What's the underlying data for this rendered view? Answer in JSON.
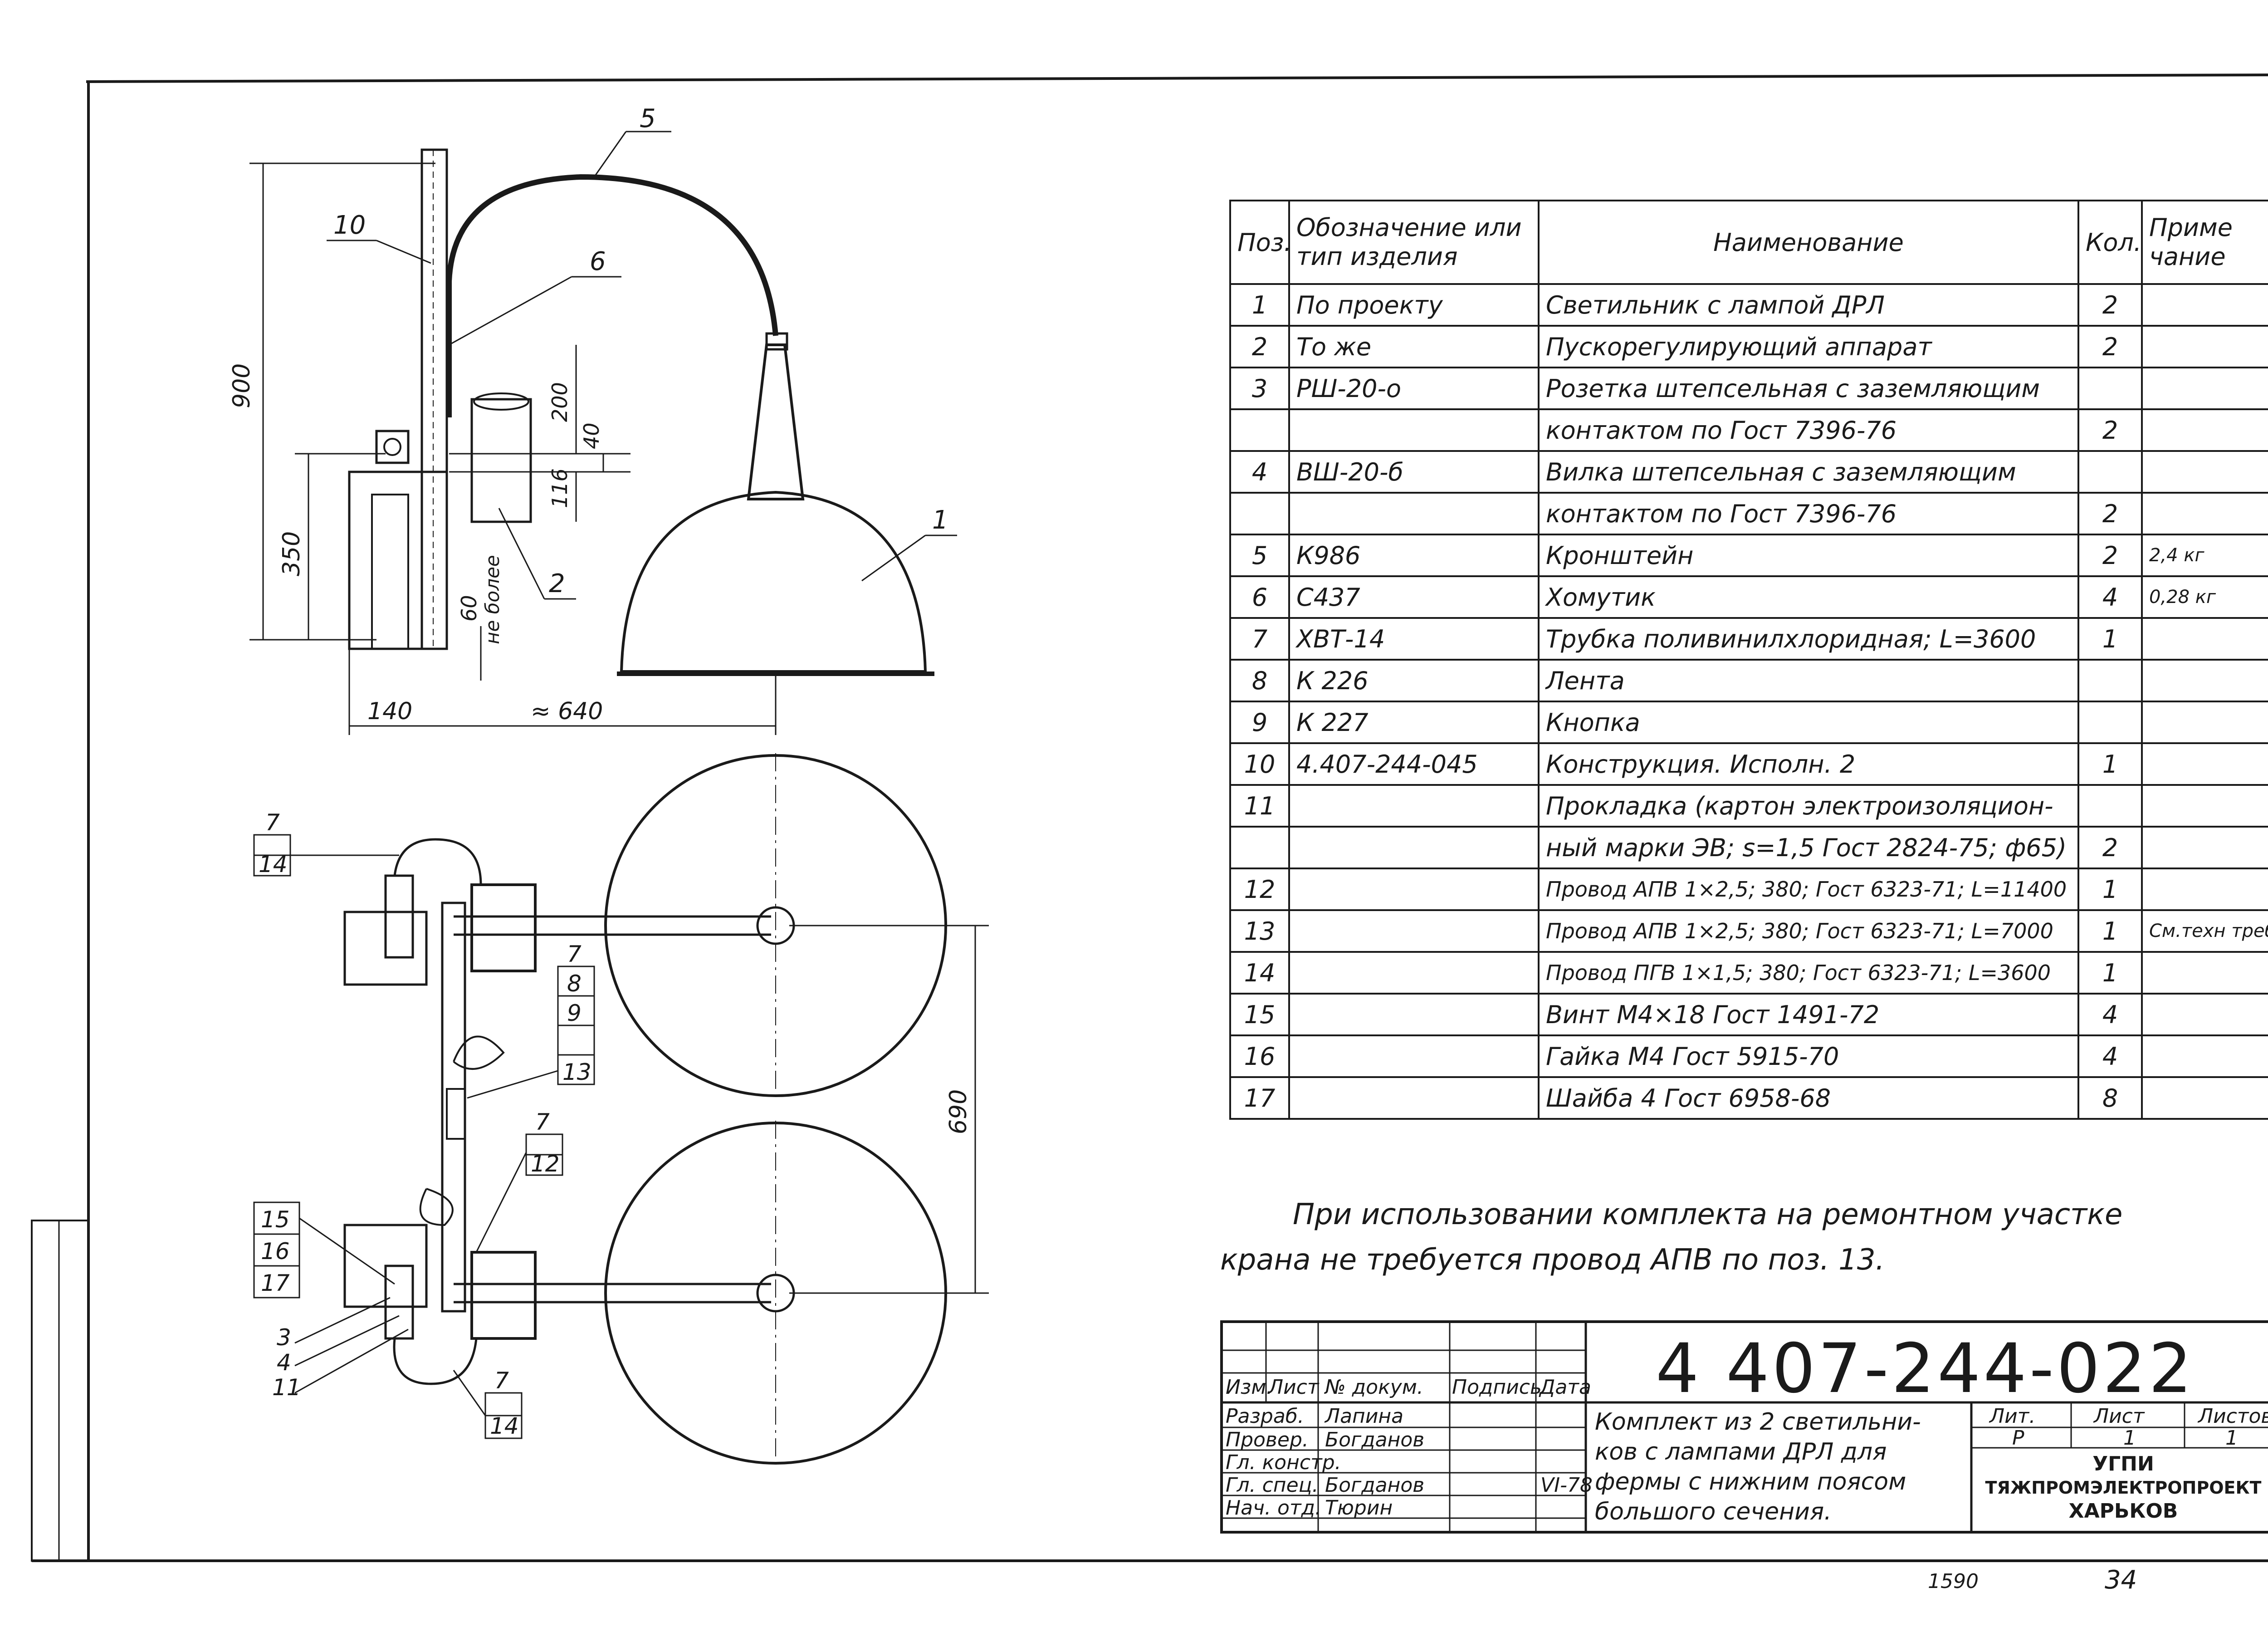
{
  "callouts": {
    "c5": "5",
    "c10": "10",
    "c6": "6",
    "c2": "2",
    "c1": "1",
    "c7a": "7",
    "c14a": "14",
    "c7b": "7",
    "c8": "8",
    "c9": "9",
    "c13": "13",
    "c7c": "7",
    "c12": "12",
    "c15": "15",
    "c16": "16",
    "c17": "17",
    "c3": "3",
    "c4": "4",
    "c11": "11",
    "c7d": "7",
    "c14b": "14"
  },
  "dimensions": {
    "d900": "900",
    "d200": "200",
    "d40": "40",
    "d116": "116",
    "d350": "350",
    "d60": "60",
    "no_more": "не более",
    "d140": "140",
    "d640": "≈ 640",
    "d690": "690"
  },
  "spec_table": {
    "headers": {
      "pos": "Поз.",
      "designation": "Обозначение или тип изделия",
      "name": "Наименование",
      "qty": "Кол.",
      "note": "Приме чание"
    },
    "rows": [
      {
        "pos": "1",
        "designation": "По проекту",
        "name": "Светильник с лампой ДРЛ",
        "qty": "2",
        "note": ""
      },
      {
        "pos": "2",
        "designation": "То же",
        "name": "Пускорегулирующий аппарат",
        "qty": "2",
        "note": ""
      },
      {
        "pos": "3",
        "designation": "РШ-20-о",
        "name": "Розетка штепсельная с заземляющим",
        "qty": "",
        "note": ""
      },
      {
        "pos": "",
        "designation": "",
        "name": "контактом по Гост 7396-76",
        "qty": "2",
        "note": ""
      },
      {
        "pos": "4",
        "designation": "ВШ-20-б",
        "name": "Вилка штепсельная с заземляющим",
        "qty": "",
        "note": ""
      },
      {
        "pos": "",
        "designation": "",
        "name": "контактом по Гост 7396-76",
        "qty": "2",
        "note": ""
      },
      {
        "pos": "5",
        "designation": "К986",
        "name": "Кронштейн",
        "qty": "2",
        "note": "2,4 кг"
      },
      {
        "pos": "6",
        "designation": "С437",
        "name": "Хомутик",
        "qty": "4",
        "note": "0,28 кг"
      },
      {
        "pos": "7",
        "designation": "ХВТ-14",
        "name": "Трубка поливинилхлоридная; L=3600",
        "qty": "1",
        "note": ""
      },
      {
        "pos": "8",
        "designation": "К 226",
        "name": "Лента",
        "qty": "",
        "note": ""
      },
      {
        "pos": "9",
        "designation": "К 227",
        "name": "Кнопка",
        "qty": "",
        "note": ""
      },
      {
        "pos": "10",
        "designation": "4.407-244-045",
        "name": "Конструкция. Исполн. 2",
        "qty": "1",
        "note": ""
      },
      {
        "pos": "11",
        "designation": "",
        "name": "Прокладка (картон электроизоляцион-",
        "qty": "",
        "note": ""
      },
      {
        "pos": "",
        "designation": "",
        "name": "ный марки ЭВ; s=1,5 Гост 2824-75; ф65)",
        "qty": "2",
        "note": ""
      },
      {
        "pos": "12",
        "designation": "",
        "name": "Провод АПВ 1×2,5; 380; Гост 6323-71; L=11400",
        "qty": "1",
        "note": ""
      },
      {
        "pos": "13",
        "designation": "",
        "name": "Провод АПВ 1×2,5; 380; Гост 6323-71; L=7000",
        "qty": "1",
        "note": "См.техн требова."
      },
      {
        "pos": "14",
        "designation": "",
        "name": "Провод ПГВ 1×1,5; 380; Гост 6323-71; L=3600",
        "qty": "1",
        "note": ""
      },
      {
        "pos": "15",
        "designation": "",
        "name": "Винт М4×18 Гост 1491-72",
        "qty": "4",
        "note": ""
      },
      {
        "pos": "16",
        "designation": "",
        "name": "Гайка М4 Гост 5915-70",
        "qty": "4",
        "note": ""
      },
      {
        "pos": "17",
        "designation": "",
        "name": "Шайба 4 Гост 6958-68",
        "qty": "8",
        "note": ""
      }
    ]
  },
  "note_text": {
    "line1": "При использовании комплекта на ремонтном участке",
    "line2": "крана не требуется провод АПВ по поз. 13."
  },
  "title_block": {
    "code": "4 407-244-022",
    "header_cells": [
      "Изм.",
      "Лист",
      "№ докум.",
      "Подпись",
      "Дата"
    ],
    "roles": [
      {
        "role": "Разраб.",
        "name": "Лапина",
        "date": ""
      },
      {
        "role": "Провер.",
        "name": "Богданов",
        "date": ""
      },
      {
        "role": "Гл. констр.",
        "name": "",
        "date": ""
      },
      {
        "role": "Гл. спец.",
        "name": "Богданов",
        "date": "VI-78"
      },
      {
        "role": "Нач. отд.",
        "name": "Тюрин",
        "date": ""
      }
    ],
    "title_lines": [
      "Комплект из 2 светильни-",
      "ков с лампами ДРЛ для",
      "фермы с нижним поясом",
      "большого сечения."
    ],
    "lit_label": "Лит.",
    "lit_value": "Р",
    "sheet_label": "Лист",
    "sheet_value": "1",
    "sheets_label": "Листов",
    "sheets_value": "1",
    "org_line1": "УГПИ",
    "org_line2": "ТЯЖПРОМЭЛЕКТРОПРОЕКТ",
    "org_line3": "ХАРЬКОВ"
  },
  "footer": {
    "number": "1590",
    "page": "34"
  }
}
